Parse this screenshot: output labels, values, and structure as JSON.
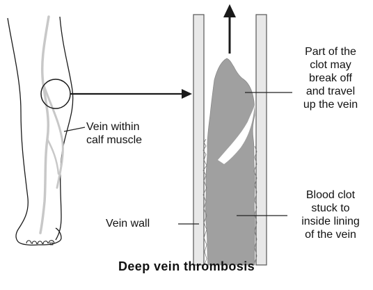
{
  "labels": {
    "calf_vein": [
      "Vein within",
      "calf muscle"
    ],
    "vein_wall": "Vein wall",
    "clot_break_off": [
      "Part of the",
      "clot may",
      "break off",
      "and travel",
      "up the vein"
    ],
    "clot_stuck": [
      "Blood clot",
      "stuck to",
      "inside lining",
      "of the vein"
    ]
  },
  "caption": "Deep vein thrombosis",
  "colors": {
    "outline": "#1a1a1a",
    "vein_in_leg": "#c8c8c8",
    "vein_wall_fill": "#e8e8e8",
    "vein_wall_stroke": "#555555",
    "clot": "#a0a0a0",
    "pointer_line": "#222222"
  }
}
